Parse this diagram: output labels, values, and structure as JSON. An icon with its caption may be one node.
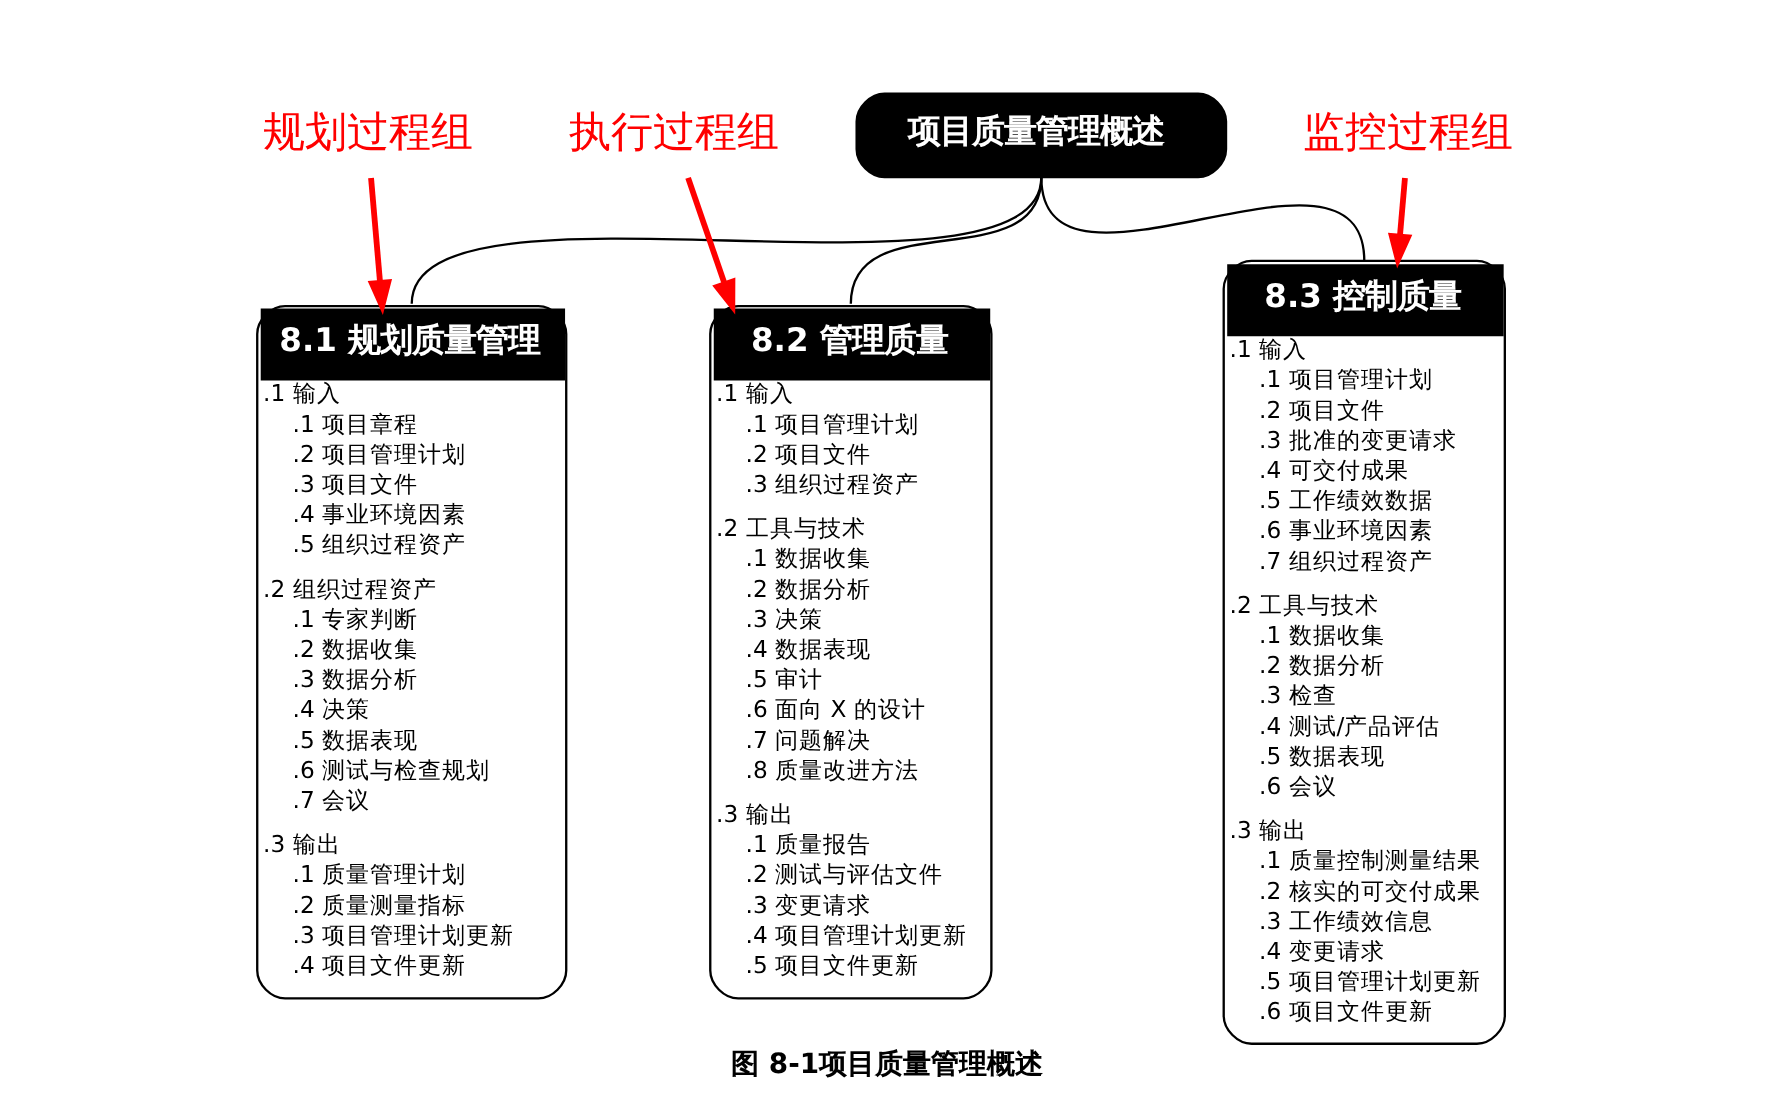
{
  "diagram": {
    "caption": "图 8-1项目质量管理概述",
    "nodes": [
      {
        "text": [
          "项目质量管理概述"
        ]
      },
      {
        "text": [
          "8.1 规划质量管理",
          ".1 输入",
          ".1 项目章程",
          ".2 项目管理计划",
          ".3 项目文件",
          ".4 事业环境因素",
          ".5 组织过程资产",
          ".2 组织过程资产",
          ".1 专家判断",
          ".2 数据收集",
          ".3 数据分析",
          ".4 决策",
          ".5 数据表现",
          ".6 测试与检查规划",
          ".7 会议",
          ".3 输出",
          ".1 质量管理计划",
          ".2 质量测量指标",
          ".3 项目管理计划更新",
          ".4 项目文件更新"
        ]
      },
      {
        "text": [
          "8.2 管理质量",
          ".1 输入",
          ".1 项目管理计划",
          ".2 项目文件",
          ".3 组织过程资产",
          ".2 工具与技术",
          ".1 数据收集",
          ".2 数据分析",
          ".3 决策",
          ".4 数据表现",
          ".5 审计",
          ".6 面向 X 的设计",
          ".7 问题解决",
          ".8 质量改进方法",
          ".3 输出",
          ".1 质量报告",
          ".2 测试与评估文件",
          ".3 变更请求",
          ".4 项目管理计划更新",
          ".5 项目文件更新"
        ]
      },
      {
        "text": [
          "8.3 控制质量",
          ".1 输入",
          ".1 项目管理计划",
          ".2 项目文件",
          ".3 批准的变更请求",
          ".4 可交付成果",
          ".5 工作绩效数据",
          ".6 事业环境因素",
          ".7 组织过程资产",
          ".2 工具与技术",
          ".1 数据收集",
          ".2 数据分析",
          ".3 检查",
          ".4 测试/产品评估",
          ".5 数据表现",
          ".6 会议",
          ".3 输出",
          ".1 质量控制测量结果",
          ".2 核实的可交付成果",
          ".3 工作绩效信息",
          ".4 变更请求",
          ".5 项目管理计划更新",
          ".6 项目文件更新"
        ]
      },
      {
        "text": [
          "规划过程组"
        ]
      },
      {
        "text": [
          "执行过程组"
        ]
      },
      {
        "text": [
          "监控过程组"
        ]
      }
    ],
    "edges": [
      {
        "from": 0,
        "to": 1,
        "arrow": "none"
      },
      {
        "from": 0,
        "to": 2,
        "arrow": "none"
      },
      {
        "from": 0,
        "to": 3,
        "arrow": "none"
      },
      {
        "from": 4,
        "to": 1,
        "arrow": "to",
        "style": "thick",
        "color": "#ff0000"
      },
      {
        "from": 5,
        "to": 2,
        "arrow": "to",
        "style": "thick",
        "color": "#ff0000"
      },
      {
        "from": 6,
        "to": 3,
        "arrow": "to",
        "style": "thick",
        "color": "#ff0000"
      }
    ]
  }
}
